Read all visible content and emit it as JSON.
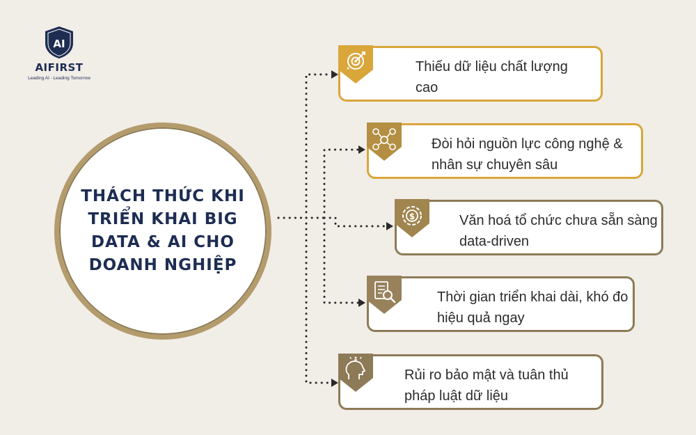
{
  "logo": {
    "mark": "AI",
    "name": "AIFIRST",
    "tagline": "Leading AI - Leading Tomorrow"
  },
  "center": {
    "title": "THÁCH THỨC KHI TRIỂN KHAI BIG DATA & AI CHO DOANH NGHIỆP"
  },
  "items": [
    {
      "text": "Thiếu dữ liệu chất lượng cao",
      "icon": "target-icon",
      "badge_color": "#d9a63a"
    },
    {
      "text": "Đòi hỏi nguồn lực công nghệ & nhân sự chuyên sâu",
      "icon": "resources-icon",
      "badge_color": "#b48f43"
    },
    {
      "text": "Văn hoá tổ chức chưa sẵn sàng data-driven",
      "icon": "dollar-gear-icon",
      "badge_color": "#a0854f"
    },
    {
      "text": "Thời gian triển khai dài, khó đo hiệu quả ngay",
      "icon": "document-search-icon",
      "badge_color": "#97825c"
    },
    {
      "text": "Rủi ro bảo mật và tuân thủ pháp luật dữ liệu",
      "icon": "idea-head-icon",
      "badge_color": "#8d7a56"
    }
  ],
  "colors": {
    "background": "#f1ede7",
    "navy": "#1d2d52",
    "gold": "#d9a63a",
    "brown": "#8d7a56"
  }
}
